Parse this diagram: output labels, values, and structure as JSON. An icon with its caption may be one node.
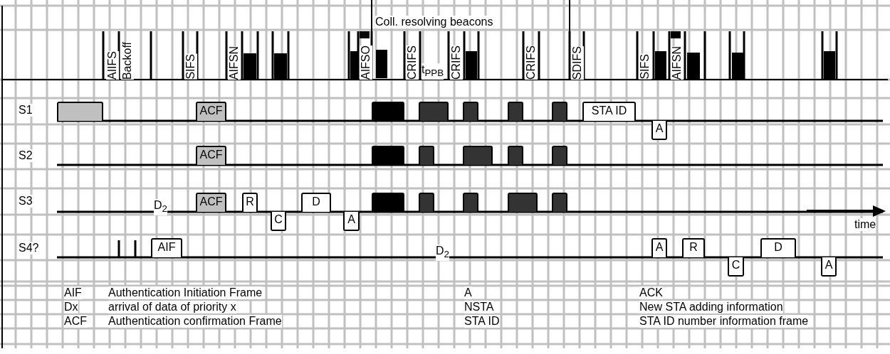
{
  "diagram": {
    "nodes": [
      {
        "text": [],
        "shape": "box"
      },
      {
        "text": [
          "ACF"
        ]
      },
      {
        "text": [],
        "shape": "box"
      },
      {
        "text": [],
        "shape": "box"
      },
      {
        "text": [],
        "shape": "box"
      },
      {
        "text": [],
        "shape": "box"
      },
      {
        "text": [],
        "shape": "box"
      },
      {
        "text": [
          "STA ID"
        ]
      },
      {
        "text": [
          "A"
        ]
      },
      {
        "text": [
          "ACF"
        ]
      },
      {
        "text": [],
        "shape": "box"
      },
      {
        "text": [],
        "shape": "box"
      },
      {
        "text": [],
        "shape": "box"
      },
      {
        "text": [],
        "shape": "box"
      },
      {
        "text": [],
        "shape": "box"
      },
      {
        "text": [
          "ACF"
        ]
      },
      {
        "text": [
          "R"
        ]
      },
      {
        "text": [
          "C"
        ]
      },
      {
        "text": [
          "D"
        ]
      },
      {
        "text": [
          "A"
        ]
      },
      {
        "text": [],
        "shape": "box"
      },
      {
        "text": [],
        "shape": "box"
      },
      {
        "text": [],
        "shape": "box"
      },
      {
        "text": [],
        "shape": "box"
      },
      {
        "text": [],
        "shape": "box"
      },
      {
        "text": [
          "AIF"
        ]
      },
      {
        "text": [
          "A"
        ]
      },
      {
        "text": [
          "R"
        ]
      },
      {
        "text": [
          "C"
        ]
      },
      {
        "text": [
          "D"
        ]
      },
      {
        "text": [
          "A"
        ]
      }
    ],
    "labels": [
      "Coll. resolving beacons",
      "AIIFS",
      "Backoff",
      "SIFS",
      "AIFSN",
      "AIFSO",
      "CRIFS",
      "t$_{PPB}$",
      "CRIFS",
      "CRIFS",
      "SDIFS",
      "SIFS",
      "AIFSN",
      "S1",
      "S2",
      "S3",
      "D$_{2}$",
      "time",
      "S4?",
      "D$_{2}$",
      "AIF",
      "Authentication Initiation Frame",
      "A",
      "ACK",
      "Dx",
      "arrival of data of priority x",
      "NSTA",
      "New STA adding information",
      "ACF",
      "Authentication confirmation Frame",
      "STA ID",
      "STA ID number information frame"
    ]
  }
}
